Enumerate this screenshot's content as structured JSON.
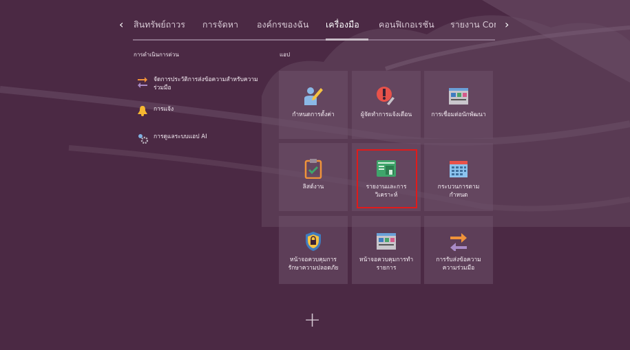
{
  "tabs": [
    {
      "label": "สินทรัพย์ถาวร"
    },
    {
      "label": "การจัดหา"
    },
    {
      "label": "องค์กรของฉัน"
    },
    {
      "label": "เครื่องมือ",
      "active": true
    },
    {
      "label": "คอนฟิเกอเรชัน"
    },
    {
      "label": "รายงาน Core I"
    }
  ],
  "quick_actions": {
    "heading": "การดำเนินการด่วน",
    "items": [
      {
        "label": "จัดการประวัติการส่งข้อความสำหรับความร่วมมือ",
        "icon": "arrows-swap-icon"
      },
      {
        "label": "การแจ้ง",
        "icon": "bell-icon"
      },
      {
        "label": "การดูแลระบบแอป AI",
        "icon": "gears-icon"
      }
    ]
  },
  "apps": {
    "heading": "แอป",
    "tiles": [
      {
        "label": "กำหนดการตั้งค่า",
        "icon": "user-pencil-icon"
      },
      {
        "label": "ผู้จัดทำการแจ้งเตือน",
        "icon": "alert-wrench-icon"
      },
      {
        "label": "การเชื่อมต่อนักพัฒนา",
        "icon": "dashboard-window-icon"
      },
      {
        "label": "ลิสต์งาน",
        "icon": "clipboard-check-icon"
      },
      {
        "label": "รายงานและการวิเคราะห์",
        "icon": "report-chart-icon"
      },
      {
        "label": "กระบวนการตามกำหนด",
        "icon": "calendar-icon"
      },
      {
        "label": "หน้าจอควบคุมการรักษาความปลอดภัย",
        "icon": "shield-lock-icon"
      },
      {
        "label": "หน้าจอควบคุมการทำรายการ",
        "icon": "dashboard-window-icon"
      },
      {
        "label": "การรับส่งข้อความความร่วมมือ",
        "icon": "arrows-swap-icon"
      }
    ]
  },
  "add_label": "+"
}
